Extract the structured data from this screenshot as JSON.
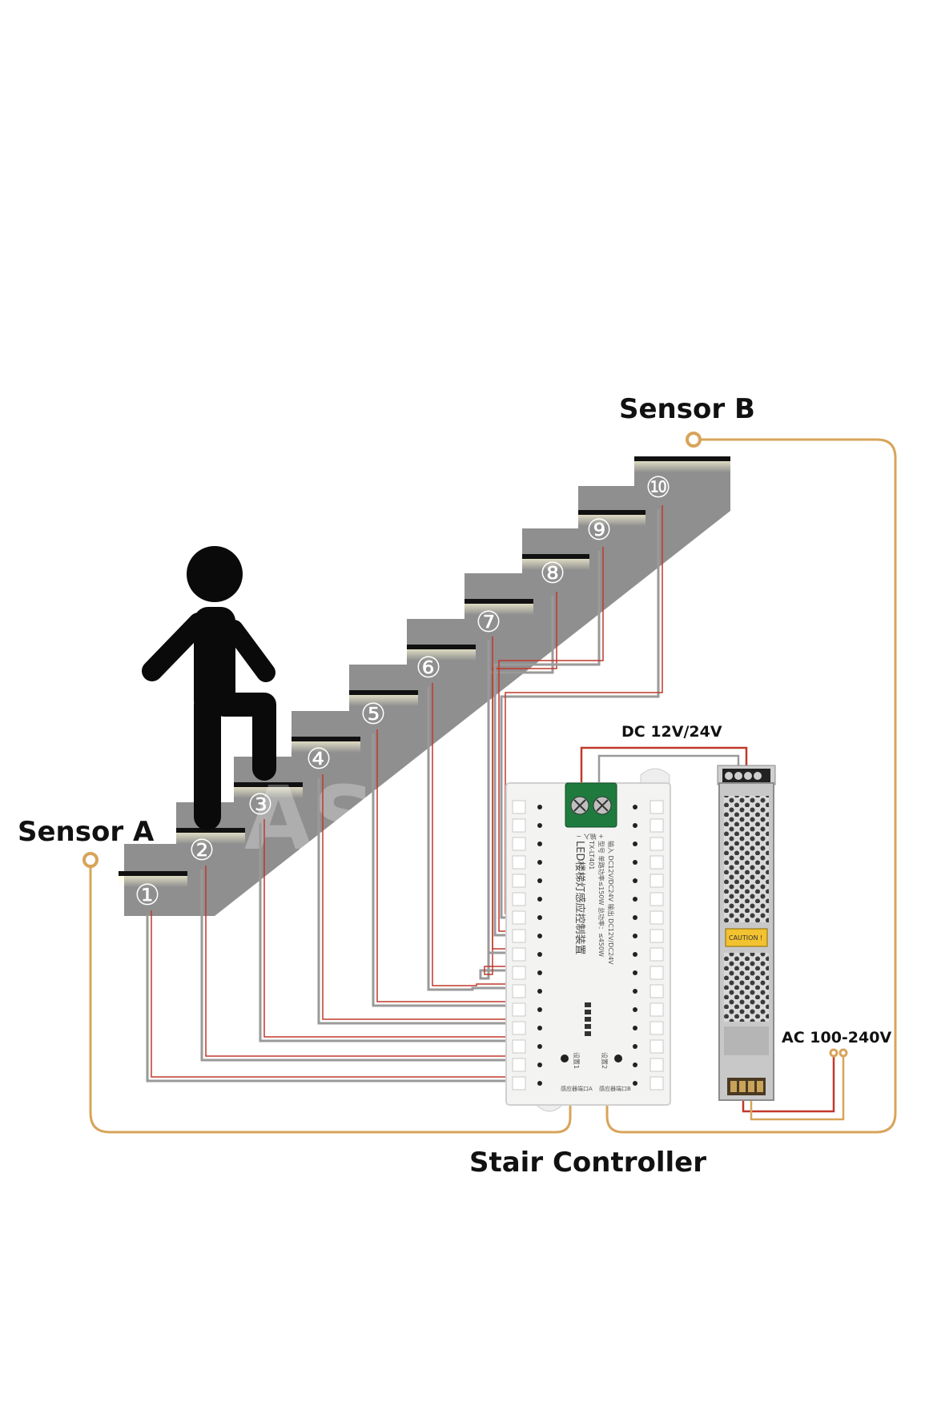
{
  "labels": {
    "sensor_a": "Sensor A",
    "sensor_b": "Sensor B",
    "stair_controller": "Stair Controller",
    "dc_supply": "DC 12V/24V",
    "ac_input": "AC 100-240V"
  },
  "steps": [
    "①",
    "②",
    "③",
    "④",
    "⑤",
    "⑥",
    "⑦",
    "⑧",
    "⑨",
    "⑩"
  ],
  "controller_panel": {
    "title": "LED楼梯灯感应控制装置",
    "model": "TX-LT401",
    "spec_1": "型号  单路功率≤150W  总功率：≤450W",
    "spec_2": "输入  DC12V/DC24V  输出  DC12V/DC24V",
    "port_in": "+ 输入 −",
    "sensor_port_a": "感应器端口A",
    "sensor_port_b": "感应器端口B",
    "setting_1": "设置1",
    "setting_2": "设置2"
  },
  "psu": {
    "caution": "CAUTION !"
  },
  "watermark": "ASMILE",
  "colors": {
    "stair": "#8f8f8f",
    "tread": "#111111",
    "sensor_wire": "#d8a45a",
    "led_wire_red": "#c0392b",
    "led_wire_gray": "#9a9a9a",
    "figure": "#0a0a0a"
  }
}
